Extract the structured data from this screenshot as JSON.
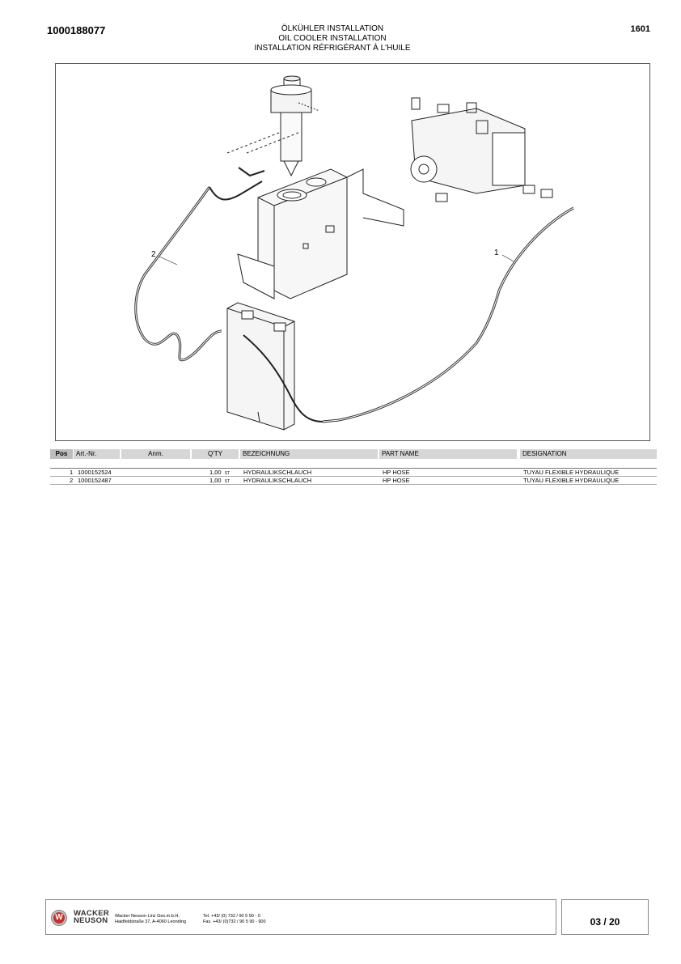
{
  "header": {
    "doc_number": "1000188077",
    "page_code": "1601",
    "title_de": "ÖLKÜHLER INSTALLATION",
    "title_en": "OIL COOLER INSTALLATION",
    "title_fr": "INSTALLATION RÉFRIGÉRANT À L'HUILE"
  },
  "figure": {
    "callout_1": "1",
    "callout_2": "2"
  },
  "table": {
    "headers": {
      "pos": "Pos",
      "art_nr": "Art.-Nr.",
      "anm": "Anm.",
      "qty": "Q'TY",
      "bezeichnung": "BEZEICHNUNG",
      "part_name": "PART NAME",
      "designation": "DESIGNATION"
    },
    "rows": [
      {
        "pos": "1",
        "art_nr": "1000152524",
        "qty": "1,00",
        "unit": "ST",
        "bezeichnung": "HYDRAULIKSCHLAUCH",
        "part_name": "HP HOSE",
        "designation": "TUYAU FLEXIBLE HYDRAULIQUE"
      },
      {
        "pos": "2",
        "art_nr": "1000152487",
        "qty": "1,00",
        "unit": "ST",
        "bezeichnung": "HYDRAULIKSCHLAUCH",
        "part_name": "HP HOSE",
        "designation": "TUYAU FLEXIBLE HYDRAULIQUE"
      }
    ]
  },
  "footer": {
    "logo_line1": "WACKER",
    "logo_line2": "NEUSON",
    "company": "Wacker Neuson Linz Ges.m.b.H.",
    "address": "Haidfeldstraße 37, A-4060 Leonding",
    "tel": "Tel. +43/ (0) 732 / 90 5 90 - 0",
    "fax": "Fax. +43/ (0)732 / 90 5 90 - 900",
    "page": "03 / 20"
  }
}
